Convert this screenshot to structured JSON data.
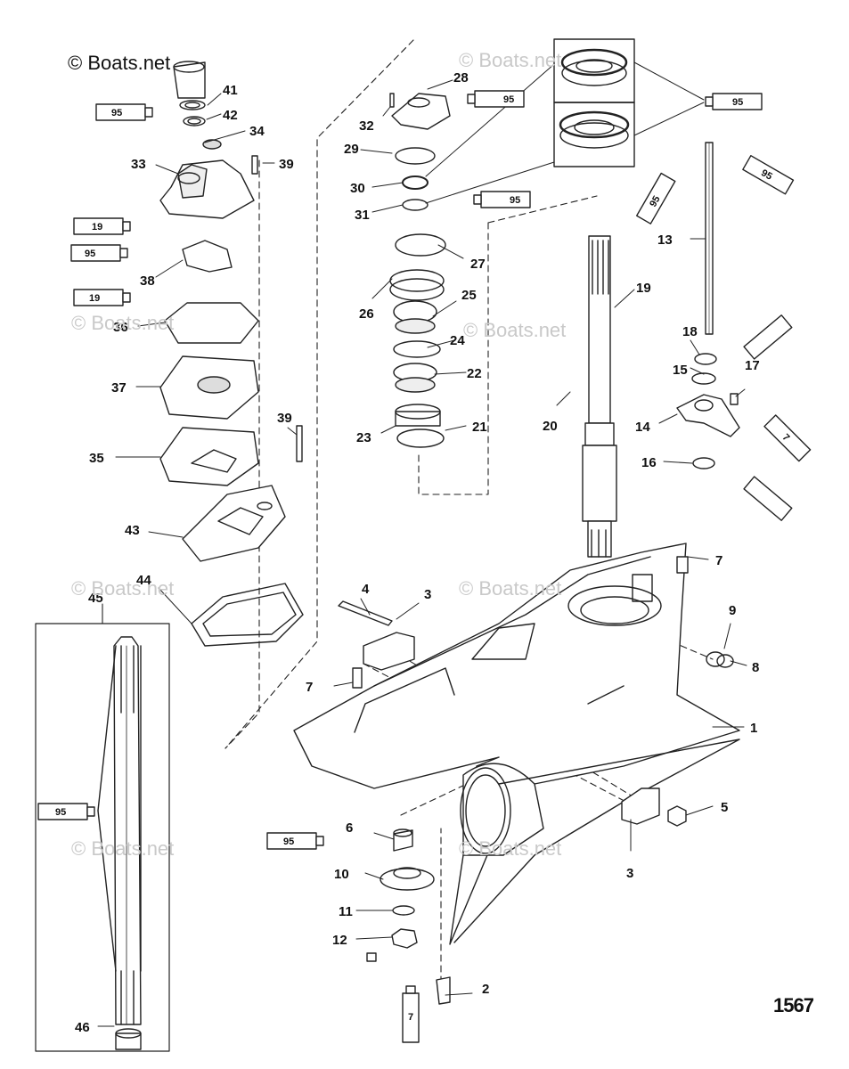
{
  "copyright": "© Boats.net",
  "watermark": "© Boats.net",
  "figure_number": "1567",
  "part_labels": [
    "1",
    "2",
    "3",
    "3",
    "4",
    "5",
    "6",
    "7",
    "7",
    "8",
    "9",
    "10",
    "11",
    "12",
    "13",
    "14",
    "15",
    "16",
    "17",
    "18",
    "19",
    "20",
    "21",
    "22",
    "23",
    "24",
    "25",
    "26",
    "27",
    "28",
    "29",
    "30",
    "31",
    "32",
    "33",
    "34",
    "35",
    "36",
    "37",
    "38",
    "39",
    "39",
    "41",
    "42",
    "43",
    "44",
    "45",
    "46"
  ],
  "lubricant_tubes": [
    "95",
    "95",
    "95",
    "95",
    "95",
    "95",
    "95",
    "95",
    "95",
    "19",
    "19",
    "7",
    "7"
  ]
}
